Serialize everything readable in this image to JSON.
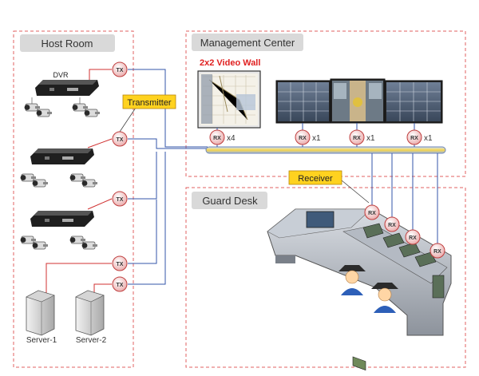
{
  "sections": {
    "host_room": "Host Room",
    "management_center": "Management Center",
    "guard_desk": "Guard Desk"
  },
  "labels": {
    "dvr": "DVR",
    "video_wall": "2x2 Video Wall",
    "transmitter": "Transmitter",
    "receiver": "Receiver",
    "server1": "Server-1",
    "server2": "Server-2"
  },
  "nodes": {
    "tx": "TX",
    "rx": "RX"
  },
  "multipliers": {
    "x4": "x4",
    "x1": "x1"
  },
  "colors": {
    "dashed_border": "#e06060",
    "header_bg": "#d9d9d9",
    "callout_bg": "#ffd21f",
    "node_fill": "#f0c2c2",
    "node_stroke": "#c04040",
    "cable_red": "#d03030",
    "cable_blue": "#3355aa",
    "bus_yellow": "#f3d34a",
    "video_wall_title": "#e02020"
  }
}
